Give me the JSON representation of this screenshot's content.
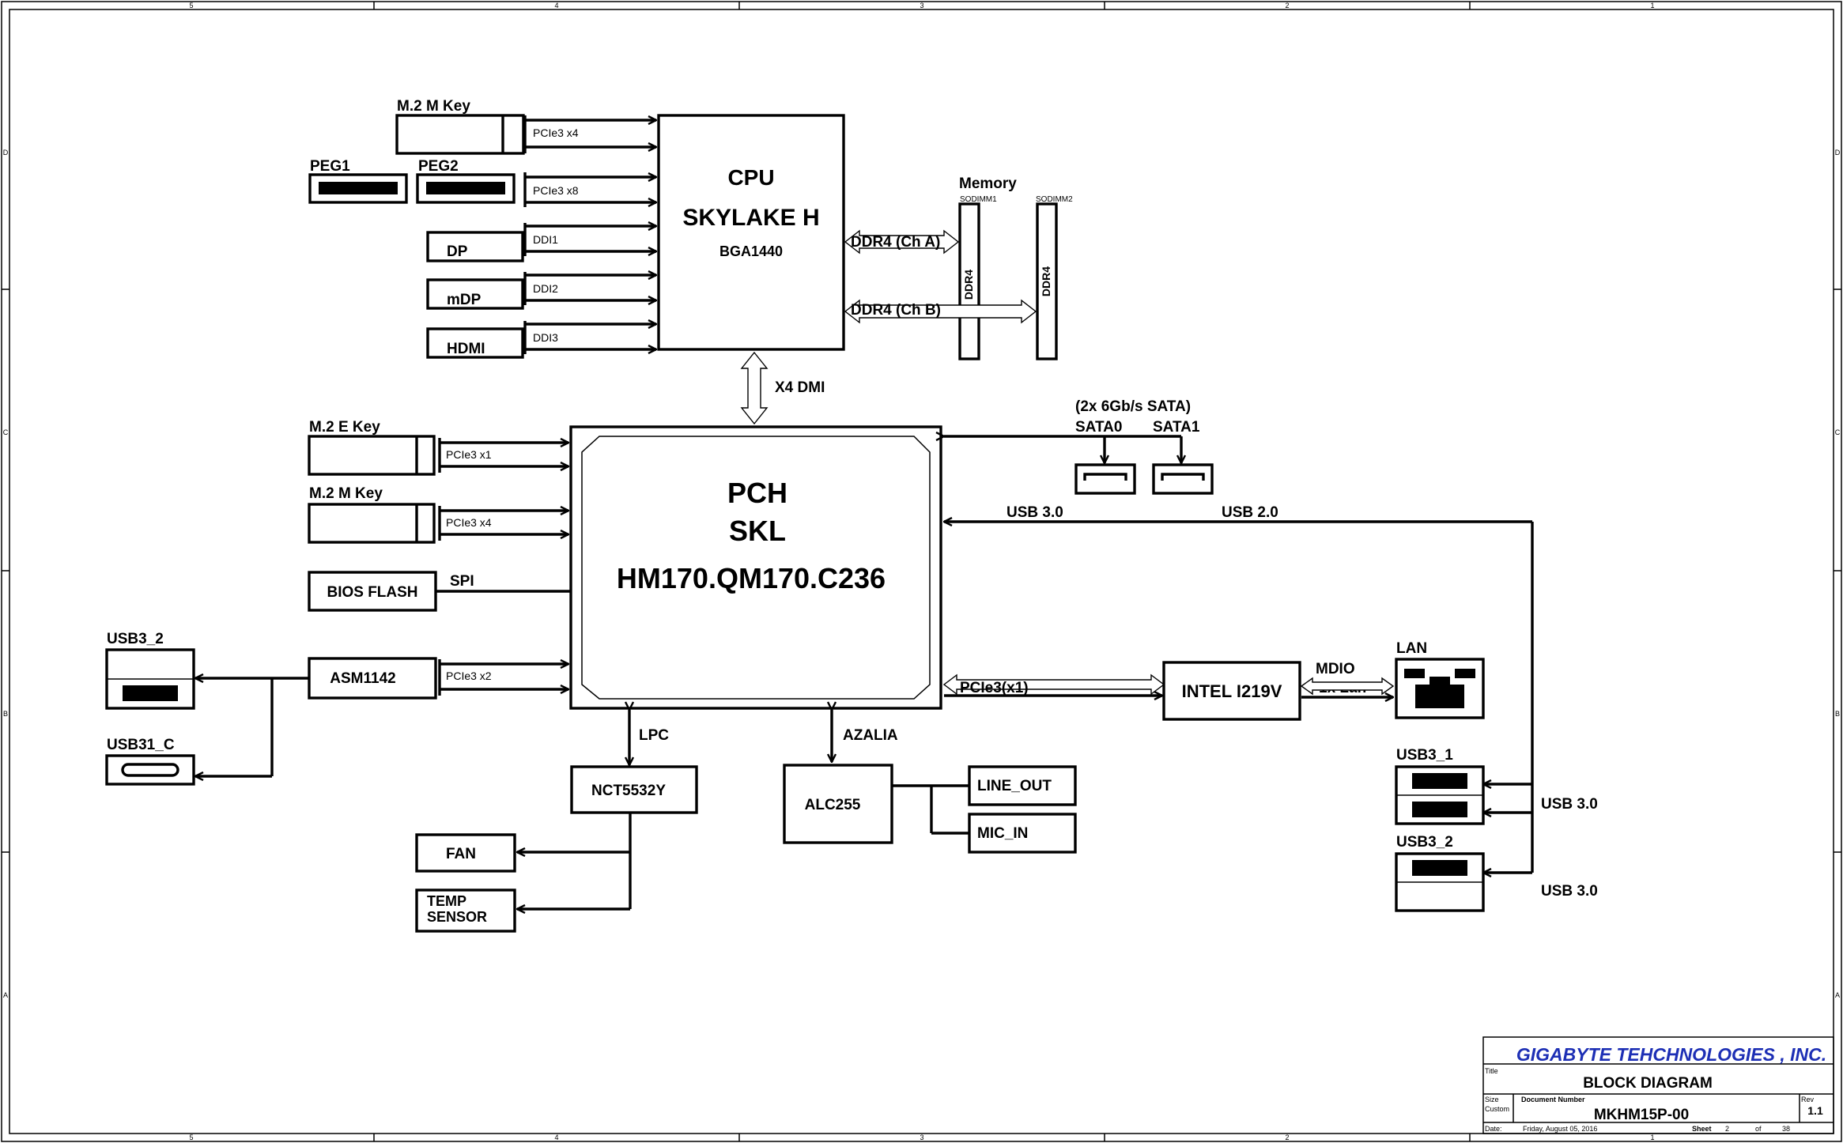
{
  "border": {
    "columns": [
      "5",
      "4",
      "3",
      "2",
      "1"
    ],
    "rows": [
      "D",
      "C",
      "B",
      "A"
    ]
  },
  "cpu": {
    "title": "CPU",
    "name": "SKYLAKE H",
    "package": "BGA1440"
  },
  "pch": {
    "title": "PCH",
    "name": "SKL",
    "sku": "HM170.QM170.C236"
  },
  "left_cpu": {
    "m2m_label": "M.2 M Key",
    "m2m_bus": "PCIe3 x4",
    "peg1": "PEG1",
    "peg2": "PEG2",
    "peg_bus": "PCIe3 x8",
    "dp": "DP",
    "ddi1": "DDI1",
    "mdp": "mDP",
    "ddi2": "DDI2",
    "hdmi": "HDMI",
    "ddi3": "DDI3"
  },
  "memory": {
    "title": "Memory",
    "sodimm1": "SODIMM1",
    "sodimm2": "SODIMM2",
    "ddr_label": "DDR4",
    "ch_a": "DDR4 (Ch A)",
    "ch_b": "DDR4 (Ch B)"
  },
  "dmi": "X4 DMI",
  "sata": {
    "title": "(2x 6Gb/s SATA)",
    "sata0": "SATA0",
    "sata1": "SATA1"
  },
  "left_pch": {
    "m2e_label": "M.2 E Key",
    "m2e_bus": "PCIe3 x1",
    "m2m_label": "M.2 M Key",
    "m2m_bus": "PCIe3 x4",
    "bios": "BIOS  FLASH",
    "spi": "SPI",
    "asm": "ASM1142",
    "asm_bus": "PCIe3 x2",
    "usb3_2": "USB3_2",
    "usb31_c": "USB31_C"
  },
  "right_pch": {
    "usb30": "USB 3.0",
    "usb20": "USB 2.0",
    "pcie_lan": "PCIe3(x1)",
    "intel": "INTEL I219V",
    "mdio": "MDIO",
    "lan1x": "1x Lan",
    "lan": "LAN",
    "usb3_1": "USB3_1",
    "usb3_2": "USB3_2",
    "usb30_a": "USB 3.0",
    "usb30_b": "USB 3.0"
  },
  "bottom": {
    "lpc": "LPC",
    "nct": "NCT5532Y",
    "fan": "FAN",
    "temp1": "TEMP",
    "temp2": "SENSOR",
    "azalia": "AZALIA",
    "alc": "ALC255",
    "line_out": "LINE_OUT",
    "mic_in": "MIC_IN"
  },
  "title_block": {
    "company": "GIGABYTE TEHCHNOLOGIES , INC.",
    "title_label": "Title",
    "title": "BLOCK DIAGRAM",
    "size_label": "Size",
    "size": "Custom",
    "docnum_label": "Document Number",
    "docnum": "MKHM15P-00",
    "rev_label": "Rev",
    "rev": "1.1",
    "date_label": "Date:",
    "date": "Friday, August 05, 2016",
    "sheet_label": "Sheet",
    "sheet": "2",
    "of_label": "of",
    "total": "38"
  }
}
